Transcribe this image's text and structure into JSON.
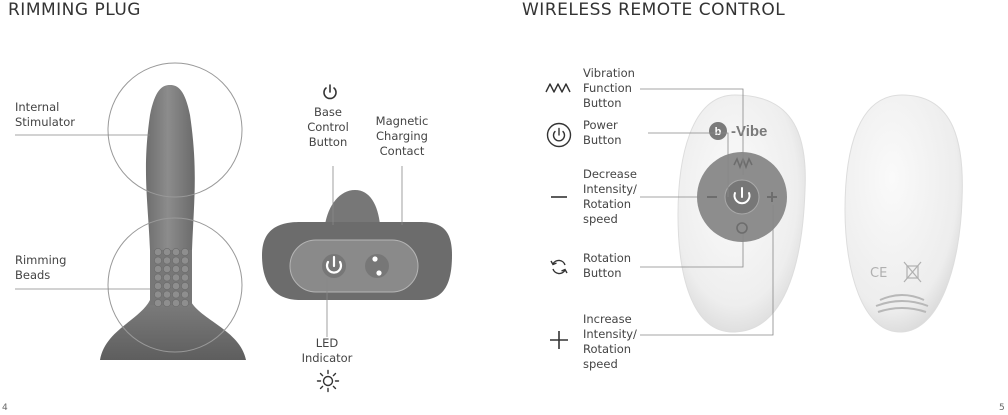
{
  "left_page": {
    "title": "RIMMING PLUG",
    "page_number": "4",
    "labels": {
      "internal_stimulator": [
        "Internal",
        "Stimulator"
      ],
      "rimming_beads": [
        "Rimming",
        "Beads"
      ],
      "base_control_button": [
        "Base",
        "Control",
        "Button"
      ],
      "magnetic_charging_contact": [
        "Magnetic",
        "Charging",
        "Contact"
      ],
      "led_indicator": [
        "LED",
        "Indicator"
      ]
    },
    "icons": {
      "base_control": "power-icon",
      "led": "sun-led-icon"
    }
  },
  "right_page": {
    "title": "WIRELESS REMOTE CONTROL",
    "page_number": "5",
    "brand": "b-Vibe",
    "labels": {
      "vibration_function_button": [
        "Vibration",
        "Function",
        "Button"
      ],
      "power_button": [
        "Power",
        "Button"
      ],
      "decrease": [
        "Decrease",
        "Intensity/",
        "Rotation",
        "speed"
      ],
      "rotation_button": [
        "Rotation",
        "Button"
      ],
      "increase": [
        "Increase",
        "Intensity/",
        "Rotation",
        "speed"
      ]
    },
    "icons": {
      "vibration": "wave-icon",
      "power": "power-circle-icon",
      "decrease": "minus-icon",
      "rotation": "rotate-icon",
      "increase": "plus-icon"
    }
  },
  "colors": {
    "plug_gray": "#7a7a7a",
    "plug_dark": "#6b6b6b",
    "remote_white": "#f3f3f3",
    "remote_center": "#8a8a8a",
    "leader_line": "#888888"
  }
}
